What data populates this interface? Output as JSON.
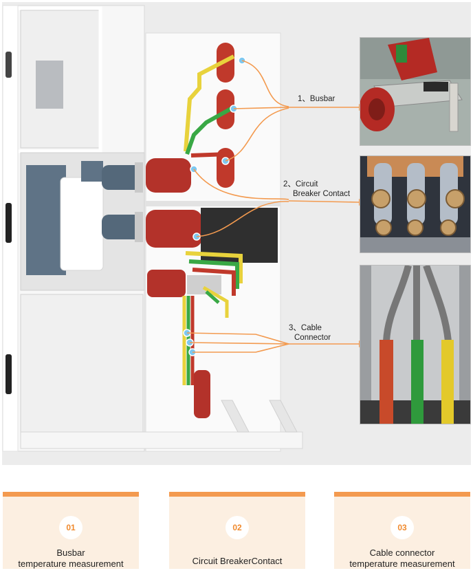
{
  "callouts": [
    {
      "number": "1",
      "sep": "、",
      "lines": [
        "Busbar"
      ]
    },
    {
      "number": "2",
      "sep": "、",
      "lines": [
        "Circuit",
        "Breaker Contact"
      ]
    },
    {
      "number": "3",
      "sep": "、",
      "lines": [
        "Cable",
        "Connector"
      ]
    }
  ],
  "cards": [
    {
      "badge": "01",
      "title_lines": [
        "Busbar",
        "temperature measurement"
      ]
    },
    {
      "badge": "02",
      "title_lines": [
        "Circuit BreakerContact"
      ]
    },
    {
      "badge": "03",
      "title_lines": [
        "Cable connector",
        "temperature measurement"
      ]
    }
  ],
  "colors": {
    "accent": "#f39a4f",
    "card_bg": "#fcefe1",
    "badge_text": "#f08a2e",
    "sensor": "#7ec8f0",
    "insulator_red": "#c0392b"
  },
  "photos": [
    "busbar-photo",
    "circuit-breaker-contact-photo",
    "cable-connector-photo"
  ]
}
